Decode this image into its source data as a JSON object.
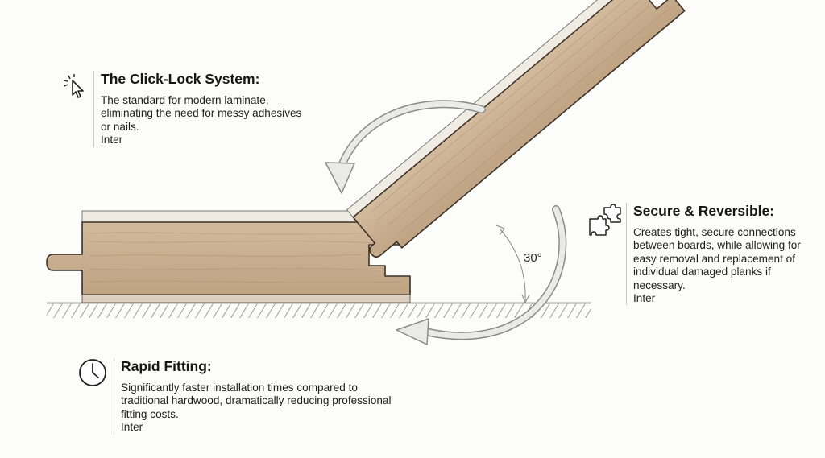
{
  "colors": {
    "background": "#fcfcfb",
    "wood": "#cdb497",
    "wood_dark": "#b89a78",
    "outline": "#3d3228",
    "wear_layer": "#eeeae2",
    "arrow": "#e9e9e6",
    "hatch": "#8c8c8c"
  },
  "angle_label": "30°",
  "callouts": {
    "click_lock": {
      "icon": "cursor-click-icon",
      "title": "The Click-Lock System:",
      "body": "The standard for modern laminate, eliminating the need for messy adhesives or nails.",
      "font_note": "Inter"
    },
    "secure": {
      "icon": "puzzle-pieces-icon",
      "title": "Secure & Reversible:",
      "body": "Creates tight, secure connections between boards, while allowing for easy removal and replacement of individual damaged planks if necessary.",
      "font_note": "Inter"
    },
    "rapid": {
      "icon": "clock-icon",
      "title": "Rapid Fitting:",
      "body": "Significantly faster installation times compared to traditional hardwood, dramatically reducing professional fitting costs.",
      "font_note": "Inter"
    }
  }
}
